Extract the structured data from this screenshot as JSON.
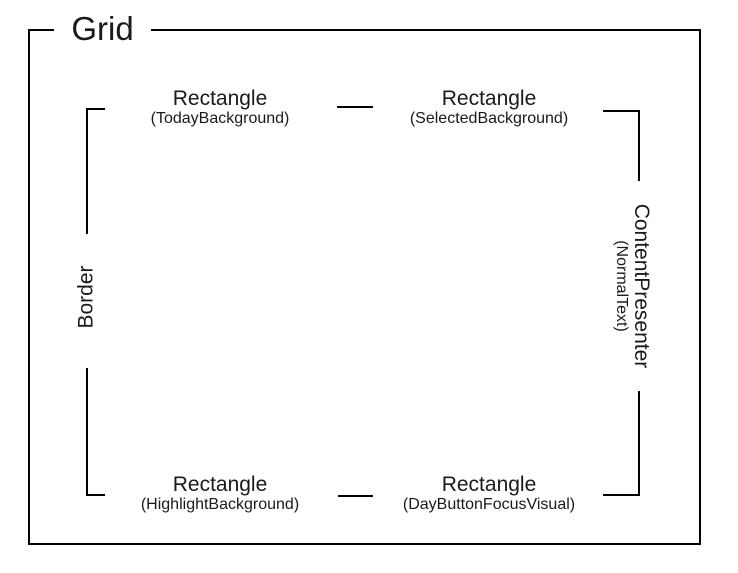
{
  "diagram": {
    "title": "Grid",
    "side_labels": {
      "left": {
        "line1": "Border"
      },
      "right": {
        "line1": "ContentPresenter",
        "line2": "(NormalText)"
      }
    },
    "labels": {
      "top_left": {
        "line1": "Rectangle",
        "line2": "(TodayBackground)"
      },
      "top_right": {
        "line1": "Rectangle",
        "line2": "(SelectedBackground)"
      },
      "bottom_left": {
        "line1": "Rectangle",
        "line2": "(HighlightBackground)"
      },
      "bottom_right": {
        "line1": "Rectangle",
        "line2": "(DayButtonFocusVisual)"
      }
    },
    "colors": {
      "line": "#000000",
      "text": "#1a1a1a",
      "background": "#ffffff"
    }
  }
}
